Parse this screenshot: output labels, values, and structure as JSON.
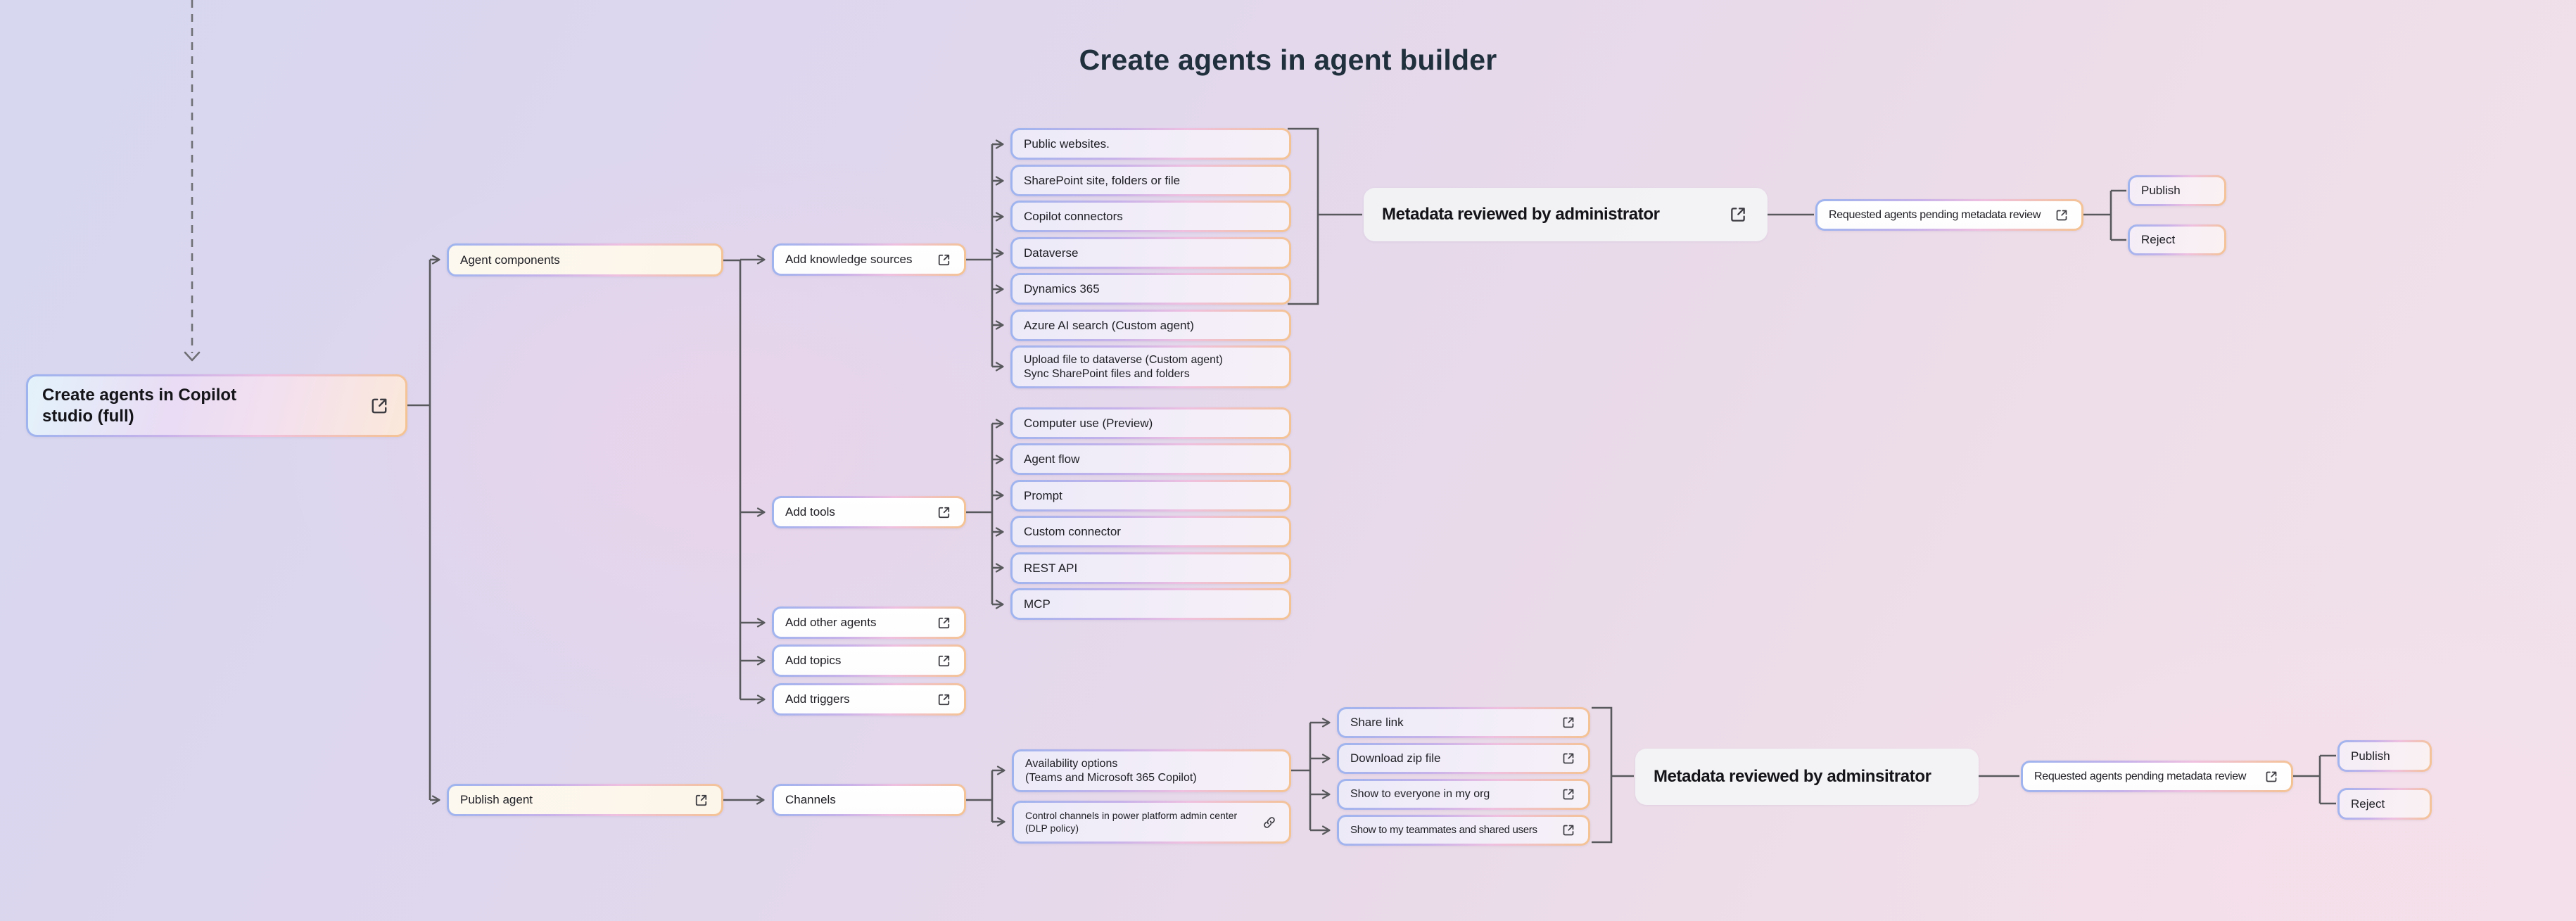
{
  "title": "Create agents in agent builder",
  "nodes": {
    "root": {
      "label": "Create agents in Copilot\nstudio (full)",
      "icon": "external-link"
    },
    "agent_components": {
      "label": "Agent components",
      "icon": null
    },
    "add_knowledge_sources": {
      "label": "Add knowledge sources",
      "icon": "external-link"
    },
    "public_websites": {
      "label": "Public websites.",
      "icon": null
    },
    "sharepoint": {
      "label": "SharePoint site, folders or file",
      "icon": null
    },
    "copilot_connectors": {
      "label": "Copilot connectors",
      "icon": null
    },
    "dataverse": {
      "label": "Dataverse",
      "icon": null
    },
    "dynamics_365": {
      "label": "Dynamics 365",
      "icon": null
    },
    "azure_ai_search": {
      "label": "Azure AI search (Custom agent)",
      "icon": null
    },
    "upload_file": {
      "label": "Upload file to dataverse (Custom agent)\nSync SharePoint files and folders",
      "icon": null
    },
    "metadata_review_1": {
      "label": "Metadata reviewed by administrator",
      "icon": "external-link"
    },
    "requested_agents_1": {
      "label": "Requested agents pending metadata review",
      "icon": "external-link"
    },
    "publish_1": {
      "label": "Publish",
      "icon": null
    },
    "reject_1": {
      "label": "Reject",
      "icon": null
    },
    "add_tools": {
      "label": "Add tools",
      "icon": "external-link"
    },
    "computer_use": {
      "label": "Computer use (Preview)",
      "icon": null
    },
    "agent_flow": {
      "label": "Agent flow",
      "icon": null
    },
    "prompt": {
      "label": "Prompt",
      "icon": null
    },
    "custom_connector": {
      "label": "Custom connector",
      "icon": null
    },
    "rest_api": {
      "label": "REST API",
      "icon": null
    },
    "mcp": {
      "label": "MCP",
      "icon": null
    },
    "add_other_agents": {
      "label": "Add other agents",
      "icon": "external-link"
    },
    "add_topics": {
      "label": "Add topics",
      "icon": "external-link"
    },
    "add_triggers": {
      "label": "Add triggers",
      "icon": "external-link"
    },
    "publish_agent": {
      "label": "Publish agent",
      "icon": "external-link"
    },
    "channels": {
      "label": "Channels",
      "icon": null
    },
    "availability_options": {
      "label": "Availability options\n(Teams and Microsoft 365 Copilot)",
      "icon": null
    },
    "control_channels": {
      "label": "Control channels in power platform admin center\n(DLP policy)",
      "icon": "link"
    },
    "share_link": {
      "label": "Share link",
      "icon": "external-link"
    },
    "download_zip": {
      "label": "Download zip file",
      "icon": "external-link"
    },
    "show_everyone": {
      "label": "Show to everyone in my org",
      "icon": "external-link"
    },
    "show_teammates": {
      "label": "Show to my teammates and shared users",
      "icon": "external-link"
    },
    "metadata_review_2": {
      "label": "Metadata reviewed by adminsitrator",
      "icon": null
    },
    "requested_agents_2": {
      "label": "Requested agents pending metadata review",
      "icon": "external-link"
    },
    "publish_2": {
      "label": "Publish",
      "icon": null
    },
    "reject_2": {
      "label": "Reject",
      "icon": null
    }
  },
  "icons": {
    "external_link": "open-in-new-window icon",
    "link": "chain-link icon",
    "arrow": "open chevron arrowhead",
    "dashed_entry": "dashed continuation arrow from off-canvas"
  },
  "colors": {
    "background_start": "#d7d7f0",
    "background_end": "#f1e2ea",
    "connector": "#58595c",
    "border_gradient": [
      "#9db4ee",
      "#c7b2ea",
      "#efc0e0",
      "#f4c392"
    ],
    "node_white": "#ffffff",
    "node_cream": "#fdf8ef",
    "node_lavender": "#edeaf8",
    "node_pinkish": "#f5edf7",
    "metadata_gray": "#f3f2f5",
    "title_color": "#20303d"
  }
}
